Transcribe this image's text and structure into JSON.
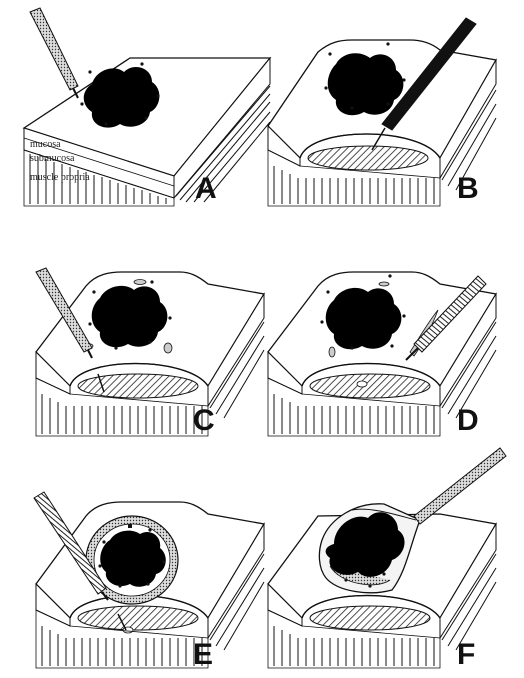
{
  "figure": {
    "panels": [
      {
        "letter": "A"
      },
      {
        "letter": "B"
      },
      {
        "letter": "C"
      },
      {
        "letter": "D"
      },
      {
        "letter": "E"
      },
      {
        "letter": "F"
      }
    ],
    "layer_labels": {
      "mucosa": "mucosa",
      "submucosa": "submucosa",
      "muscle": "muscle propria"
    }
  }
}
